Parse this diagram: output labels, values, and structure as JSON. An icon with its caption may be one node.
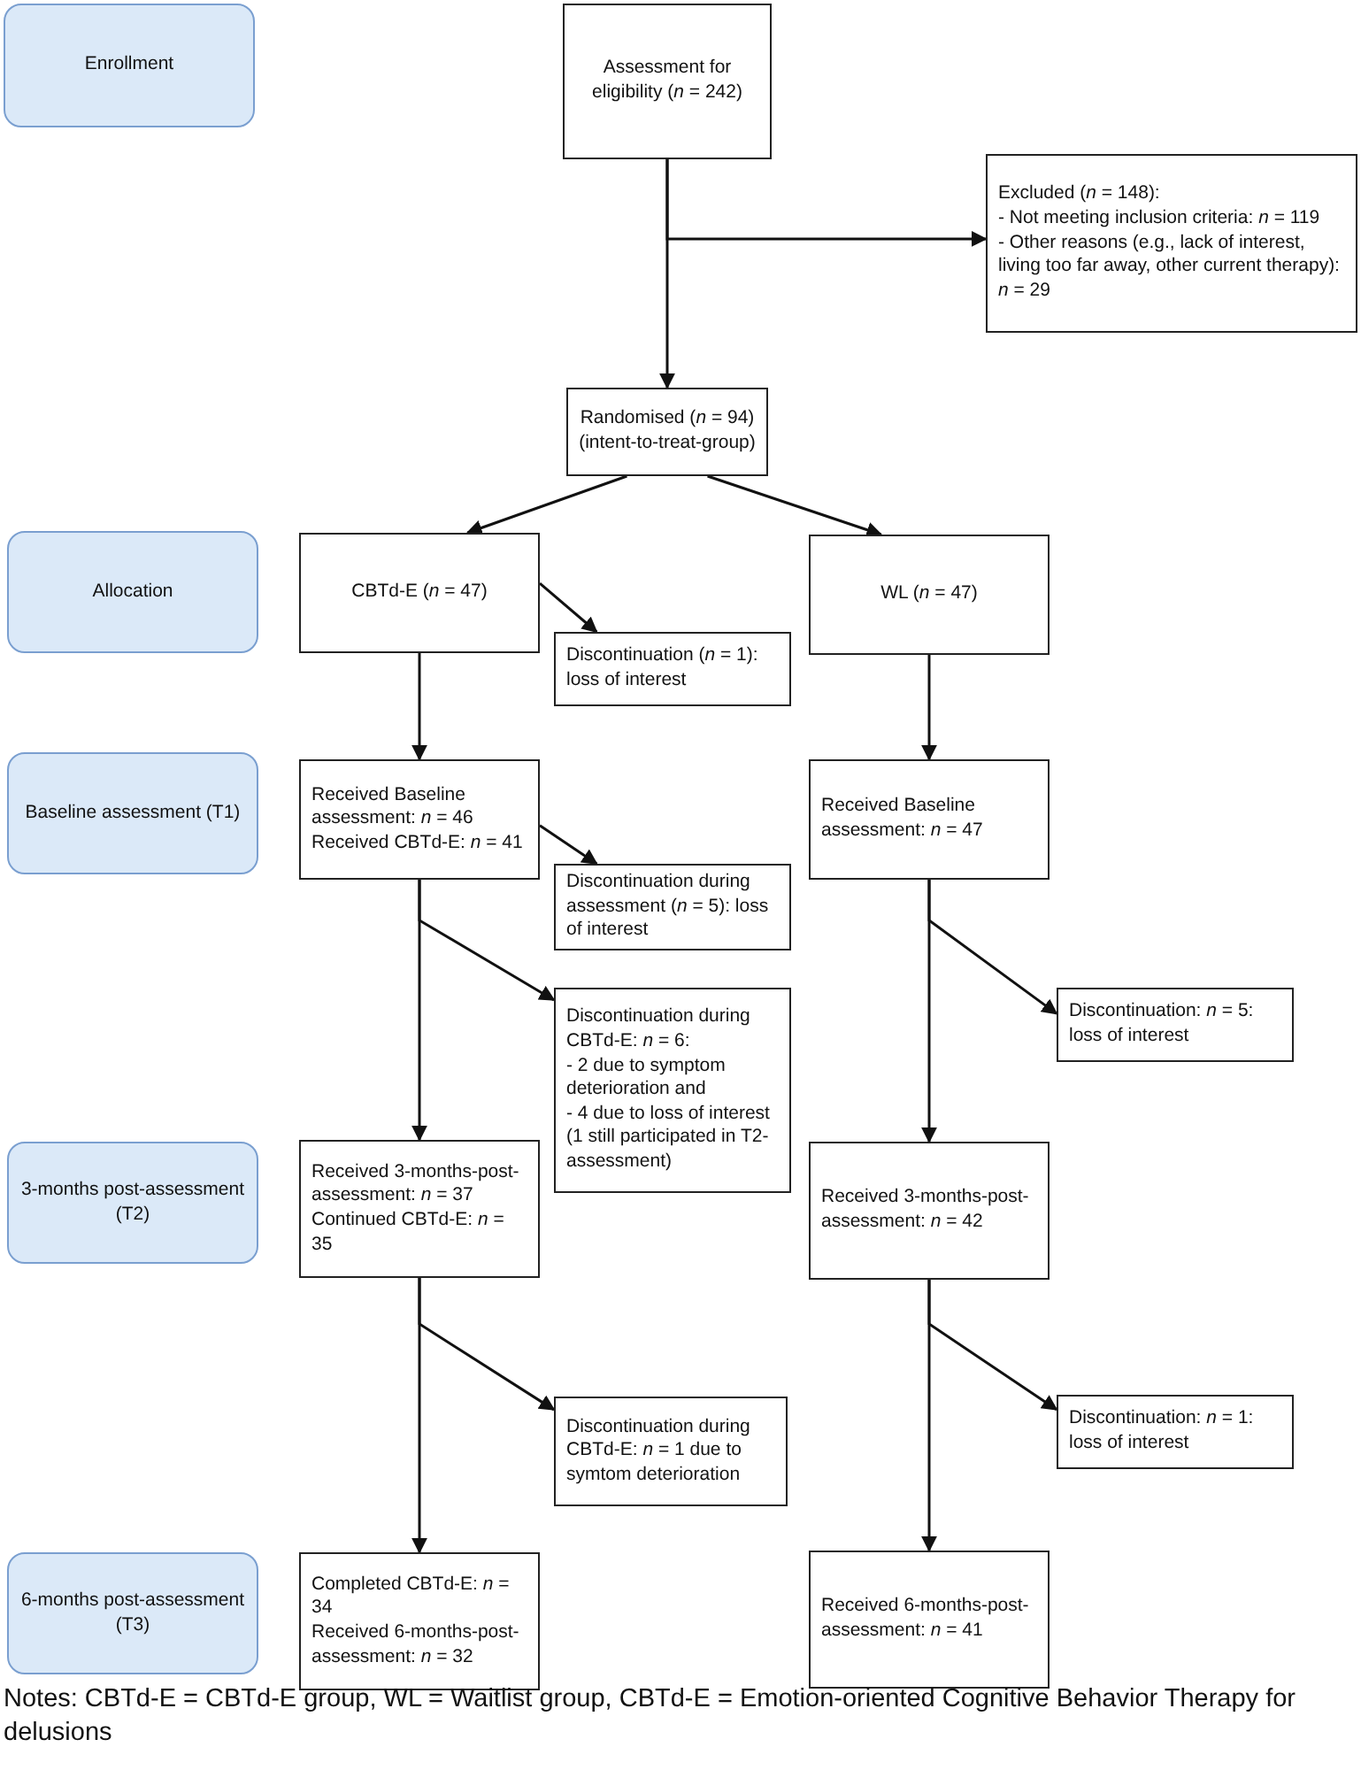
{
  "diagram": {
    "nodes": [
      {
        "text": [
          "Enrollment"
        ]
      },
      {
        "text": [
          "Assessment for eligibility (*n* = 242)"
        ]
      },
      {
        "text": [
          "Excluded (*n* = 148):",
          "- Not meeting inclusion criteria: *n* = 119",
          "- Other reasons (e.g., lack of interest, living too far away, other current therapy): *n* = 29"
        ]
      },
      {
        "text": [
          "Randomised (*n* = 94) (intent-to-treat-group)"
        ]
      },
      {
        "text": [
          "Allocation"
        ]
      },
      {
        "text": [
          "CBTd-E (*n* = 47)"
        ]
      },
      {
        "text": [
          "Discontinuation (*n* = 1): loss of interest"
        ]
      },
      {
        "text": [
          "WL (*n* = 47)"
        ]
      },
      {
        "text": [
          "Baseline assessment (T1)"
        ]
      },
      {
        "text": [
          "Received Baseline assessment: *n* = 46",
          "Received CBTd-E: *n* = 41"
        ]
      },
      {
        "text": [
          "Discontinuation during assessment (*n* = 5): loss of interest"
        ]
      },
      {
        "text": [
          "Received Baseline assessment: *n* = 47"
        ]
      },
      {
        "text": [
          "Discontinuation during CBTd-E: *n* = 6:",
          "- 2 due to symptom deterioration and",
          "- 4 due to loss of interest (1 still participated in T2-assessment)"
        ]
      },
      {
        "text": [
          "Discontinuation: *n* = 5: loss of interest"
        ]
      },
      {
        "text": [
          "3-months post-assessment (T2)"
        ]
      },
      {
        "text": [
          "Received 3-months-post-assessment: *n* = 37",
          "Continued CBTd-E: *n* = 35"
        ]
      },
      {
        "text": [
          "Received 3-months-post-assessment: *n* = 42"
        ]
      },
      {
        "text": [
          "Discontinuation during CBTd-E: *n* = 1 due to symtom deterioration"
        ]
      },
      {
        "text": [
          "Discontinuation: *n* = 1: loss of interest"
        ]
      },
      {
        "text": [
          "6-months post-assessment (T3)"
        ]
      },
      {
        "text": [
          "Completed CBTd-E: *n* = 34",
          "Received 6-months-post-assessment: *n* = 32"
        ]
      },
      {
        "text": [
          "Received 6-months-post-assessment: *n* = 41"
        ]
      }
    ],
    "edges": [
      {
        "from": 1,
        "to": 2,
        "arrow": "to"
      },
      {
        "from": 1,
        "to": 3,
        "arrow": "to"
      },
      {
        "from": 3,
        "to": 5,
        "arrow": "to"
      },
      {
        "from": 3,
        "to": 7,
        "arrow": "to"
      },
      {
        "from": 5,
        "to": 6,
        "arrow": "to"
      },
      {
        "from": 5,
        "to": 9,
        "arrow": "to"
      },
      {
        "from": 7,
        "to": 11,
        "arrow": "to"
      },
      {
        "from": 9,
        "to": 10,
        "arrow": "to"
      },
      {
        "from": 9,
        "to": 12,
        "arrow": "to"
      },
      {
        "from": 9,
        "to": 15,
        "arrow": "to"
      },
      {
        "from": 11,
        "to": 13,
        "arrow": "to"
      },
      {
        "from": 11,
        "to": 16,
        "arrow": "to"
      },
      {
        "from": 15,
        "to": 17,
        "arrow": "to"
      },
      {
        "from": 15,
        "to": 20,
        "arrow": "to"
      },
      {
        "from": 16,
        "to": 18,
        "arrow": "to"
      },
      {
        "from": 16,
        "to": 21,
        "arrow": "to"
      }
    ],
    "labels": [
      "Notes: CBTd-E = CBTd-E group, WL = Waitlist group, CBTd-E = Emotion-oriented Cognitive Behavior Therapy for delusions"
    ]
  }
}
